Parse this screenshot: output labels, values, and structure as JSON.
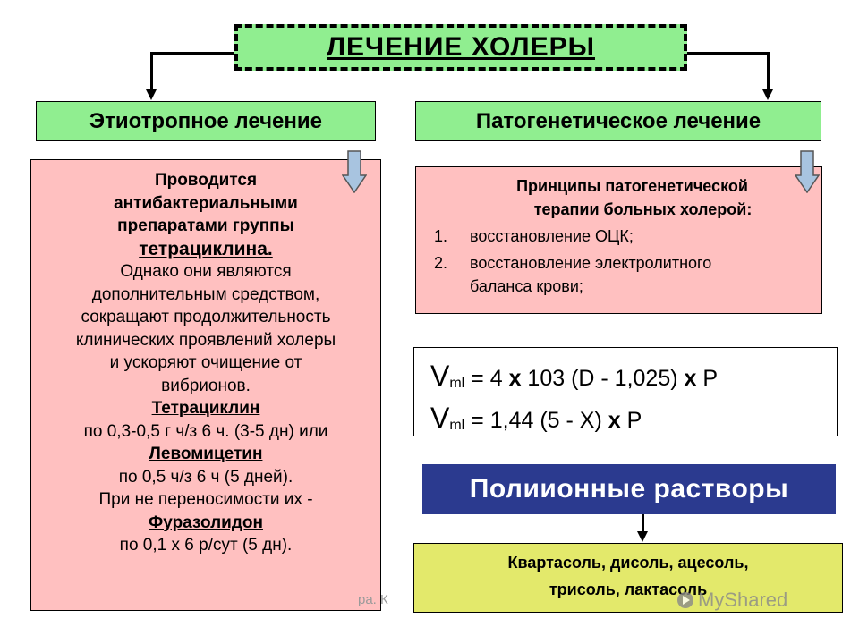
{
  "title": "ЛЕЧЕНИЕ ХОЛЕРЫ",
  "etiotropic": {
    "heading": "Этиотропное лечение",
    "lines": [
      {
        "text": "Проводится",
        "style": "b"
      },
      {
        "text": "антибактериальными",
        "style": "b"
      },
      {
        "text": "препаратами группы",
        "style": "b"
      },
      {
        "text": "тетрациклина.",
        "style": "bu big"
      },
      {
        "text": "Однако они являются",
        "style": ""
      },
      {
        "text": "дополнительным средством,",
        "style": ""
      },
      {
        "text": "сокращают продолжительность",
        "style": ""
      },
      {
        "text": "клинических проявлений холеры",
        "style": ""
      },
      {
        "text": "и ускоряют очищение от",
        "style": ""
      },
      {
        "text": "вибрионов.",
        "style": ""
      },
      {
        "text": "Тетрациклин",
        "style": "bu"
      },
      {
        "text": "по 0,3-0,5 г ч/з 6 ч. (3-5 дн) или",
        "style": ""
      },
      {
        "text": "Левомицетин",
        "style": "bu"
      },
      {
        "text": "по 0,5 ч/з 6 ч (5 дней).",
        "style": ""
      },
      {
        "text": "При не переносимости их -",
        "style": ""
      },
      {
        "text": "Фуразолидон",
        "style": "bu"
      },
      {
        "text": "по 0,1 х 6 р/сут (5 дн).",
        "style": ""
      }
    ]
  },
  "pathogenetic": {
    "heading": "Патогенетическое лечение",
    "principles_title_1": "Принципы патогенетической",
    "principles_title_2": "терапии больных холерой:",
    "items": [
      {
        "num": "1.",
        "line1": "восстановление ОЦК;",
        "line2": ""
      },
      {
        "num": "2.",
        "line1": "восстановление электролитного",
        "line2": "баланса крови;"
      }
    ]
  },
  "formulas": {
    "v": "V",
    "sub": "ml",
    "f1_a": " = 4 ",
    "f1_x": "x",
    "f1_b": " 103 (D - 1,025) ",
    "f1_x2": "x",
    "f1_c": " P",
    "f2_a": " = 1,44 (5 - X) ",
    "f2_x": "x",
    "f2_c": " P"
  },
  "polyionic": {
    "heading": "Полиионные растворы",
    "solutions_line1": "Квартасоль, дисоль, ацесоль,",
    "solutions_line2": "трисоль, лактасоль"
  },
  "footer_fragment": "ра. К",
  "watermark": "MyShared",
  "colors": {
    "green": "#90ee90",
    "pink": "#ffc0c0",
    "navy": "#2b3a8f",
    "yellow": "#e3e96b",
    "arrow_blue": "#a8c4e0"
  }
}
